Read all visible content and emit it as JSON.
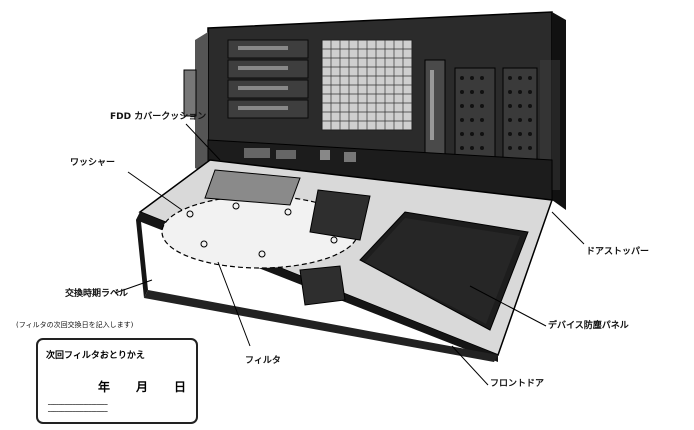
{
  "labels": {
    "fdd_cushion": "FDD カバークッション",
    "washer": "ワッシャー",
    "door_stopper": "ドアストッパー",
    "replace_label": "交換時期ラベル",
    "replace_label_note": "(フィルタの次回交換日を記入します)",
    "device_panel": "デバイス防塵パネル",
    "filter": "フィルタ",
    "front_door": "フロントドア"
  },
  "card": {
    "title": "次回フィルタおとりかえ",
    "year": "年",
    "month": "月",
    "day": "日"
  },
  "colors": {
    "chassis": "#2b2b2b",
    "chassis_dark": "#151515",
    "panel": "#1d1d1d",
    "door_inner": "#d9d9d9",
    "line": "#000000"
  }
}
